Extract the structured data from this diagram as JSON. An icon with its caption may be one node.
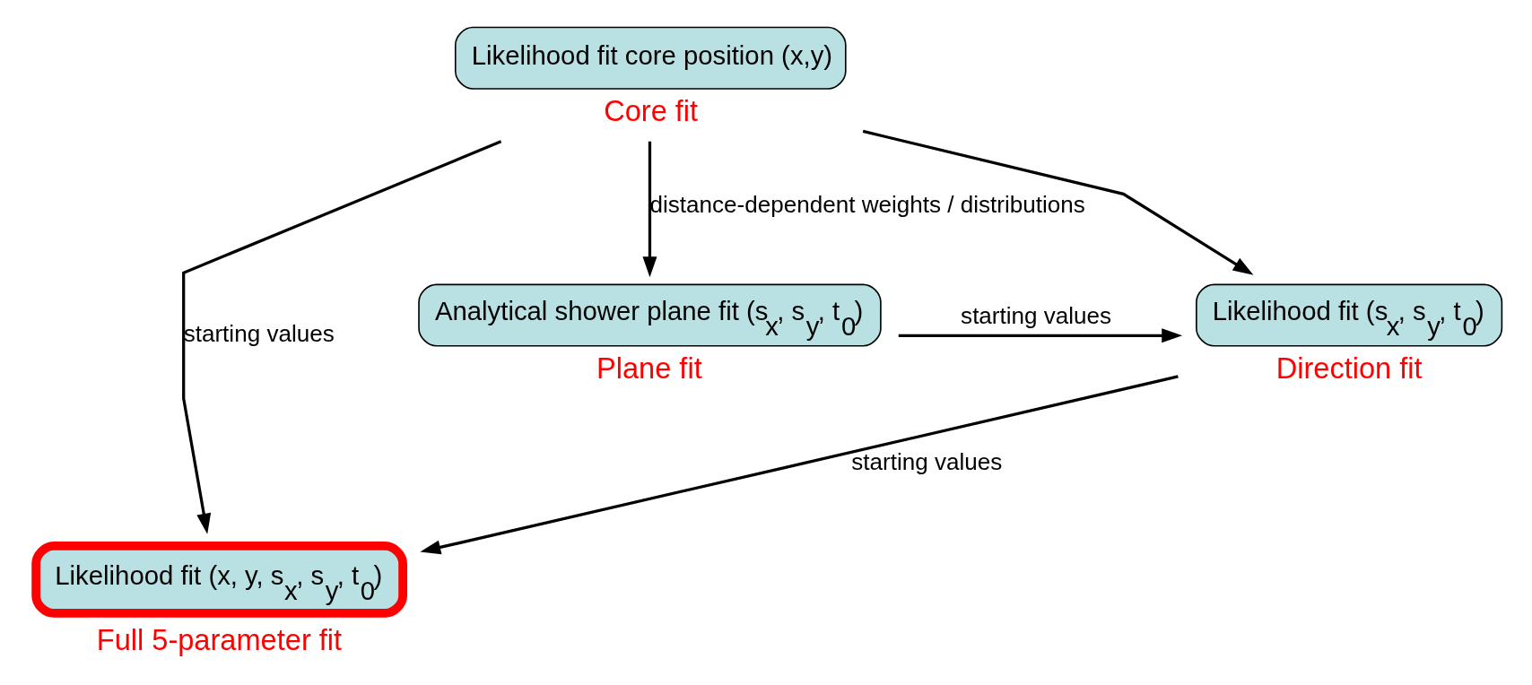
{
  "diagram": {
    "nodes": [
      {
        "text": [
          "Likelihood fit core position (x,y)"
        ],
        "beside": [
          "Core fit"
        ]
      },
      {
        "text": [
          "Likelihood fit (x, y, s$_{x}$, s$_{y}$, t$_{0}$)"
        ],
        "beside": [
          "Full 5-parameter fit"
        ]
      },
      {
        "text": [
          "Analytical shower plane fit (s$_{x}$, s$_{y}$, t$_{0}$)"
        ],
        "beside": [
          "Plane fit"
        ]
      },
      {
        "text": [
          "Likelihood fit (s$_{x}$, s$_{y}$, t$_{0}$)"
        ],
        "beside": [
          "Direction fit"
        ]
      }
    ],
    "edges": [
      {
        "from": 0,
        "to": 1,
        "arrow": "to",
        "label": "starting values"
      },
      {
        "from": 0,
        "to": 2,
        "arrow": "to",
        "label": "distance-dependent weights / distributions"
      },
      {
        "from": 0,
        "to": 3,
        "arrow": "to"
      },
      {
        "from": 2,
        "to": 3,
        "arrow": "to",
        "label": "starting values"
      },
      {
        "from": 3,
        "to": 1,
        "arrow": "to",
        "label": "starting values"
      }
    ]
  }
}
